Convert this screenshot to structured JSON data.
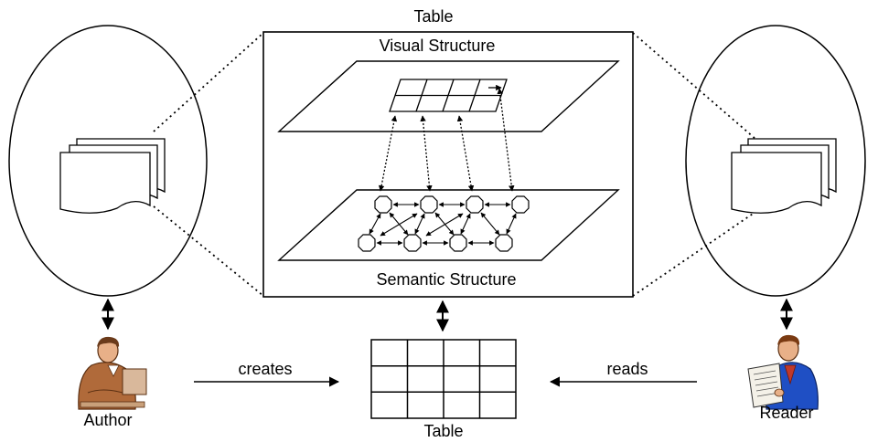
{
  "labels": {
    "table_top": "Table",
    "visual_structure": "Visual Structure",
    "semantic_structure": "Semantic Structure",
    "author": "Author",
    "reader": "Reader",
    "creates": "creates",
    "reads": "reads",
    "table_bottom": "Table"
  },
  "icons": {
    "author": "person-at-desk-icon",
    "reader": "person-reading-newspaper-icon",
    "documents": "document-stack-icon"
  },
  "colors": {
    "line": "#000000",
    "author_skin": "#e8b088",
    "author_shirt": "#b06a3a",
    "reader_jacket": "#1f4fc4",
    "reader_tie": "#c0392b"
  }
}
